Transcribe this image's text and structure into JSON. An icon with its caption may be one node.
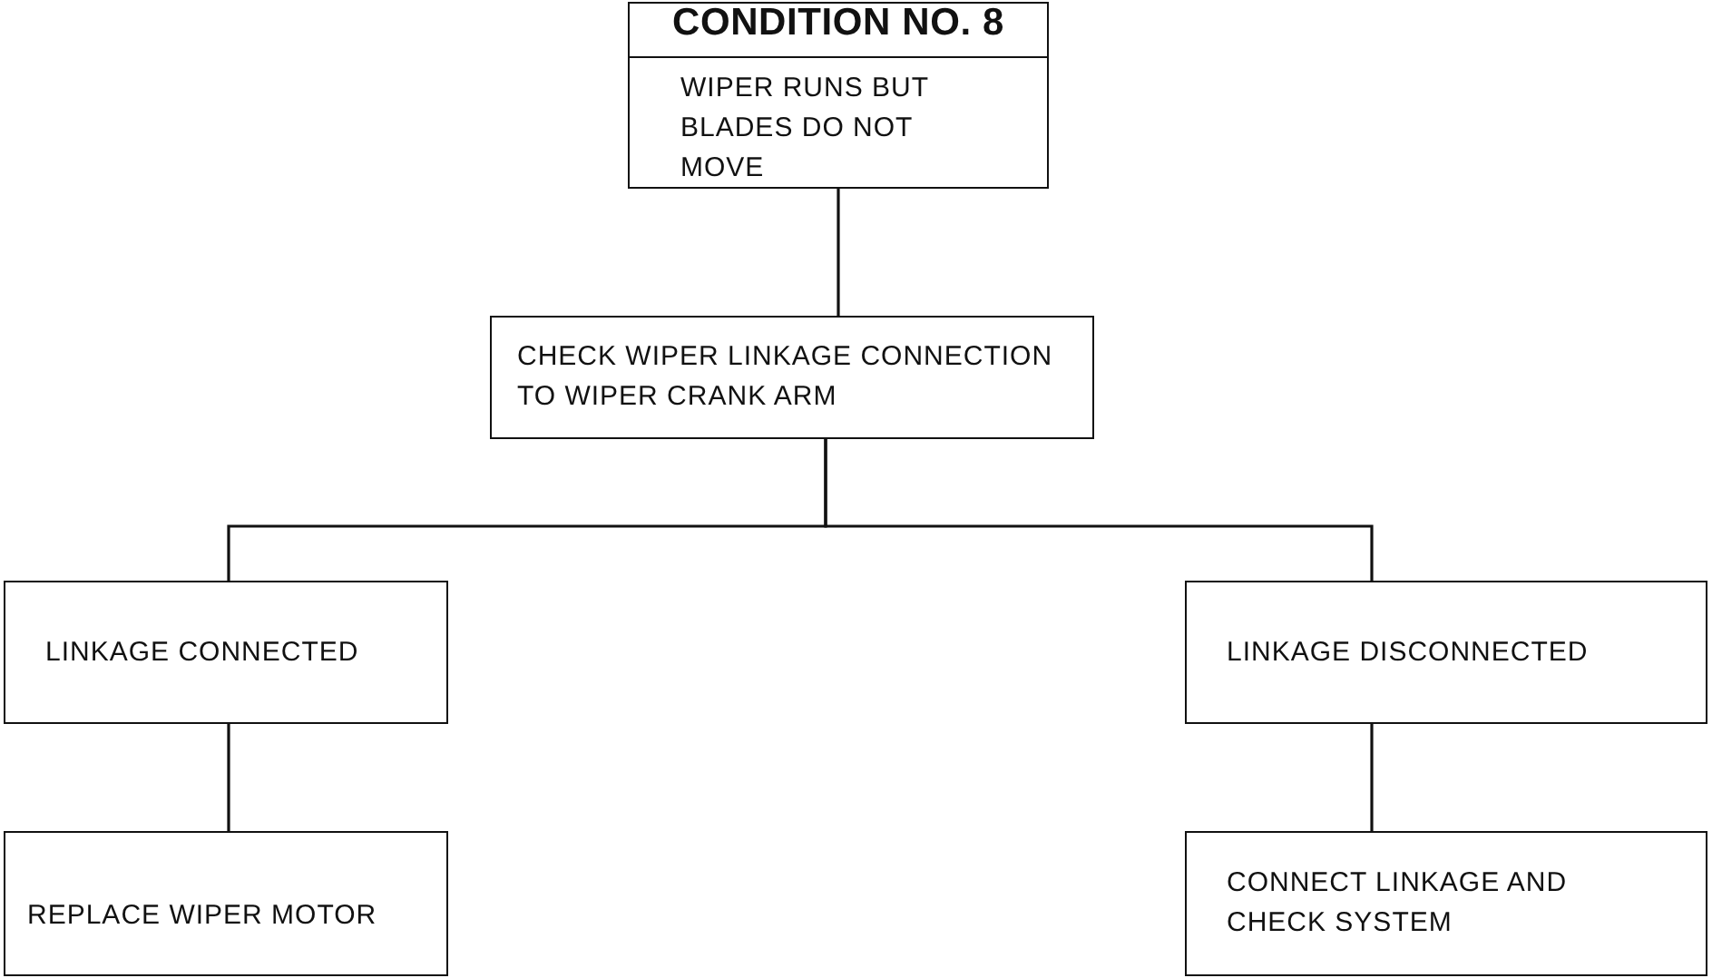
{
  "diagram": {
    "nodes": [
      {
        "text": [
          "CONDITION NO. 8",
          "WIPER RUNS BUT BLADES DO NOT MOVE"
        ]
      },
      {
        "text": [
          "CHECK WIPER LINKAGE CONNECTION TO WIPER CRANK ARM"
        ]
      },
      {
        "text": [
          "LINKAGE CONNECTED"
        ]
      },
      {
        "text": [
          "LINKAGE DISCONNECTED"
        ]
      },
      {
        "text": [
          "REPLACE WIPER MOTOR"
        ]
      },
      {
        "text": [
          "CONNECT LINKAGE AND CHECK SYSTEM"
        ]
      }
    ],
    "edges": [
      {
        "from": 0,
        "to": 1,
        "arrow": "none"
      },
      {
        "from": 1,
        "to": 2,
        "arrow": "none"
      },
      {
        "from": 1,
        "to": 3,
        "arrow": "none"
      },
      {
        "from": 2,
        "to": 4,
        "arrow": "none"
      },
      {
        "from": 3,
        "to": 5,
        "arrow": "none"
      }
    ]
  }
}
